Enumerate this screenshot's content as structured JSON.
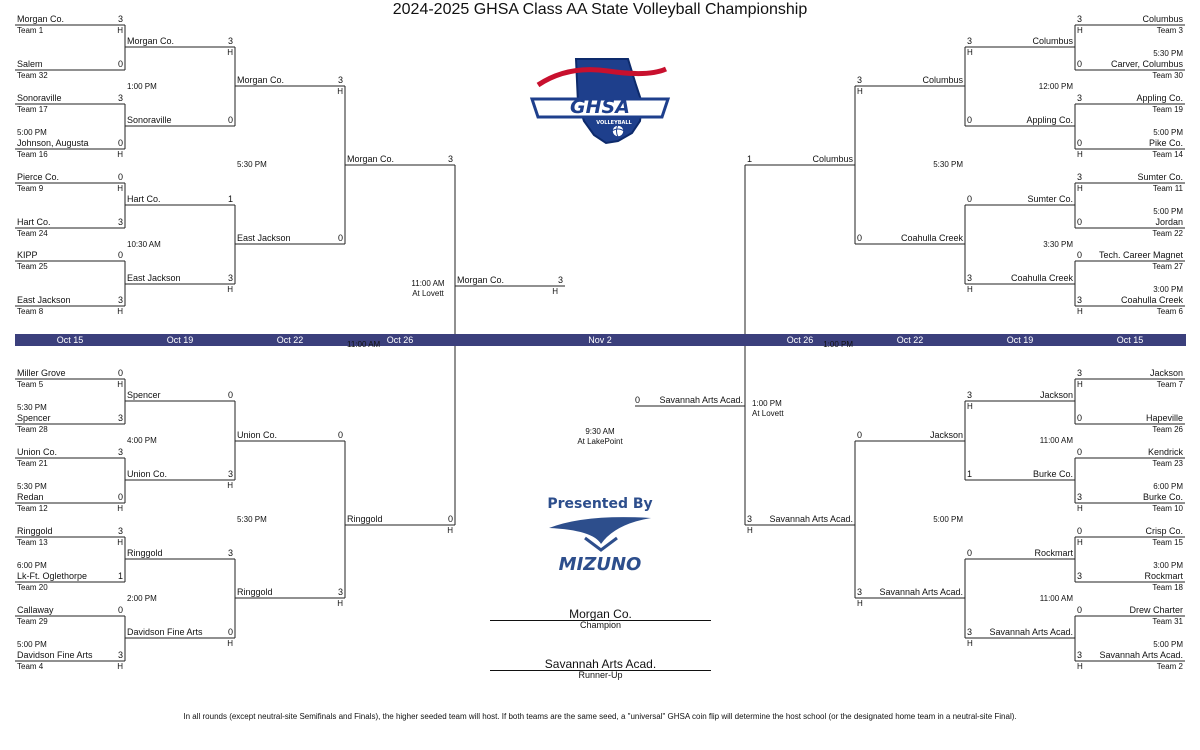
{
  "title": "2024-2025 GHSA Class AA State Volleyball Championship",
  "colors": {
    "date_bar": "#3b3f7c",
    "ghsa_blue": "#1e3f8c",
    "ghsa_red": "#c8102e",
    "mizuno_blue": "#2d4e8c"
  },
  "dates": {
    "d1": "Oct 15",
    "d2": "Oct 19",
    "d3": "Oct 22",
    "d4": "Oct 26",
    "d5": "Nov 2",
    "d6": "Oct 26",
    "d7": "Oct 22",
    "d8": "Oct 19",
    "d9": "Oct 15"
  },
  "r1": {
    "tl1": {
      "a": "Morgan Co.",
      "aseed": "Team 1",
      "as": "3",
      "ah": "H",
      "b": "Salem",
      "bseed": "Team 32",
      "bs": "0"
    },
    "tl2": {
      "a": "Sonoraville",
      "aseed": "Team 17",
      "as": "3",
      "time": "5:00 PM",
      "b": "Johnson, Augusta",
      "bseed": "Team 16",
      "bs": "0",
      "bh": "H"
    },
    "tl3": {
      "a": "Pierce Co.",
      "aseed": "Team 9",
      "as": "0",
      "ah": "H",
      "b": "Hart Co.",
      "bseed": "Team 24",
      "bs": "3"
    },
    "tl4": {
      "a": "KIPP",
      "aseed": "Team 25",
      "as": "0",
      "b": "East Jackson",
      "bseed": "Team 8",
      "bs": "3",
      "bh": "H"
    },
    "bl1": {
      "a": "Miller Grove",
      "aseed": "Team 5",
      "as": "0",
      "ah": "H",
      "time": "5:30 PM",
      "b": "Spencer",
      "bseed": "Team 28",
      "bs": "3"
    },
    "bl2": {
      "a": "Union Co.",
      "aseed": "Team 21",
      "as": "3",
      "time": "5:30 PM",
      "b": "Redan",
      "bseed": "Team 12",
      "bs": "0",
      "bh": "H"
    },
    "bl3": {
      "a": "Ringgold",
      "aseed": "Team 13",
      "as": "3",
      "ah": "H",
      "time": "6:00 PM",
      "b": "Lk-Ft. Oglethorpe",
      "bseed": "Team 20",
      "bs": "1"
    },
    "bl4": {
      "a": "Callaway",
      "aseed": "Team 29",
      "as": "0",
      "time": "5:00 PM",
      "b": "Davidson Fine Arts",
      "bseed": "Team 4",
      "bs": "3",
      "bh": "H"
    },
    "tr1": {
      "a": "Columbus",
      "aseed": "Team 3",
      "as": "3",
      "ah": "H",
      "time": "5:30 PM",
      "b": "Carver, Columbus",
      "bseed": "Team 30",
      "bs": "0"
    },
    "tr2": {
      "a": "Appling Co.",
      "aseed": "Team 19",
      "as": "3",
      "time": "5:00 PM",
      "b": "Pike Co.",
      "bseed": "Team 14",
      "bs": "0",
      "bh": "H"
    },
    "tr3": {
      "a": "Sumter Co.",
      "aseed": "Team 11",
      "as": "3",
      "ah": "H",
      "time": "5:00 PM",
      "b": "Jordan",
      "bseed": "Team 22",
      "bs": "0"
    },
    "tr4": {
      "a": "Tech. Career Magnet",
      "aseed": "Team 27",
      "as": "0",
      "time": "3:00 PM",
      "b": "Coahulla Creek",
      "bseed": "Team 6",
      "bs": "3",
      "bh": "H"
    },
    "br1": {
      "a": "Jackson",
      "aseed": "Team 7",
      "as": "3",
      "ah": "H",
      "b": "Hapeville",
      "bseed": "Team 26",
      "bs": "0"
    },
    "br2": {
      "a": "Kendrick",
      "aseed": "Team 23",
      "as": "0",
      "time": "6:00 PM",
      "b": "Burke Co.",
      "bseed": "Team 10",
      "bs": "3",
      "bh": "H"
    },
    "br3": {
      "a": "Crisp Co.",
      "aseed": "Team 15",
      "as": "0",
      "ah": "H",
      "time": "3:00 PM",
      "b": "Rockmart",
      "bseed": "Team 18",
      "bs": "3"
    },
    "br4": {
      "a": "Drew Charter",
      "aseed": "Team 31",
      "as": "0",
      "time": "5:00 PM",
      "b": "Savannah Arts Acad.",
      "bseed": "Team 2",
      "bs": "3",
      "bh": "H"
    }
  },
  "r2": {
    "tl1": {
      "a": "Morgan Co.",
      "as": "3",
      "ah": "H",
      "time": "1:00 PM",
      "b": "Sonoraville",
      "bs": "0"
    },
    "tl2": {
      "a": "Hart Co.",
      "as": "1",
      "time": "10:30 AM",
      "b": "East Jackson",
      "bs": "3",
      "bh": "H"
    },
    "bl1": {
      "a": "Spencer",
      "as": "0",
      "time": "4:00 PM",
      "b": "Union Co.",
      "bs": "3",
      "bh": "H"
    },
    "bl2": {
      "a": "Ringgold",
      "as": "3",
      "time": "2:00 PM",
      "b": "Davidson Fine Arts",
      "bs": "0",
      "bh": "H"
    },
    "tr1": {
      "a": "Columbus",
      "as": "3",
      "ah": "H",
      "time": "12:00 PM",
      "b": "Appling Co.",
      "bs": "0"
    },
    "tr2": {
      "a": "Sumter Co.",
      "as": "0",
      "time": "3:30 PM",
      "b": "Coahulla Creek",
      "bs": "3",
      "bh": "H"
    },
    "br1": {
      "a": "Jackson",
      "as": "3",
      "ah": "H",
      "time": "11:00 AM",
      "b": "Burke Co.",
      "bs": "1"
    },
    "br2": {
      "a": "Rockmart",
      "as": "0",
      "time": "11:00 AM",
      "b": "Savannah Arts Acad.",
      "bs": "3",
      "bh": "H"
    }
  },
  "r3": {
    "tl": {
      "a": "Morgan Co.",
      "as": "3",
      "ah": "H",
      "time": "5:30 PM",
      "b": "East Jackson",
      "bs": "0"
    },
    "bl": {
      "a": "Union Co.",
      "as": "0",
      "time": "5:30 PM",
      "b": "Ringgold",
      "bs": "3",
      "bh": "H"
    },
    "tr": {
      "a": "Columbus",
      "as": "3",
      "ah": "H",
      "time": "5:30 PM",
      "b": "Coahulla Creek",
      "bs": "0"
    },
    "br": {
      "a": "Jackson",
      "as": "0",
      "time": "5:00 PM",
      "b": "Savannah Arts Acad.",
      "bs": "3",
      "bh": "H"
    }
  },
  "semis": {
    "left": {
      "a": "Morgan Co.",
      "as": "3",
      "b": "Ringgold",
      "bs": "0",
      "bh": "H",
      "time": "11:00 AM",
      "venue": "At Lovett"
    },
    "right": {
      "a": "Columbus",
      "as": "1",
      "b": "Savannah Arts Acad.",
      "bs": "3",
      "bh": "H",
      "time": "1:00 PM",
      "venue": "At Lovett"
    }
  },
  "final": {
    "a": "Morgan Co.",
    "as": "3",
    "ah": "H",
    "b": "Savannah Arts Acad.",
    "bs": "0",
    "time": "9:30 AM",
    "venue": "At LakePoint"
  },
  "champion": {
    "name": "Morgan Co.",
    "label": "Champion"
  },
  "runner_up": {
    "name": "Savannah Arts Acad.",
    "label": "Runner-Up"
  },
  "logo": {
    "text": "GHSA",
    "sub": "VOLLEYBALL"
  },
  "sponsor": {
    "presented": "Presented By",
    "brand": "MIZUNO"
  },
  "footnote": "In all rounds (except neutral-site Semifinals and Finals), the higher seeded team will host. If both teams are the same seed, a \"universal\" GHSA coin flip will determine the host school (or the designated home team in a neutral-site Final)."
}
